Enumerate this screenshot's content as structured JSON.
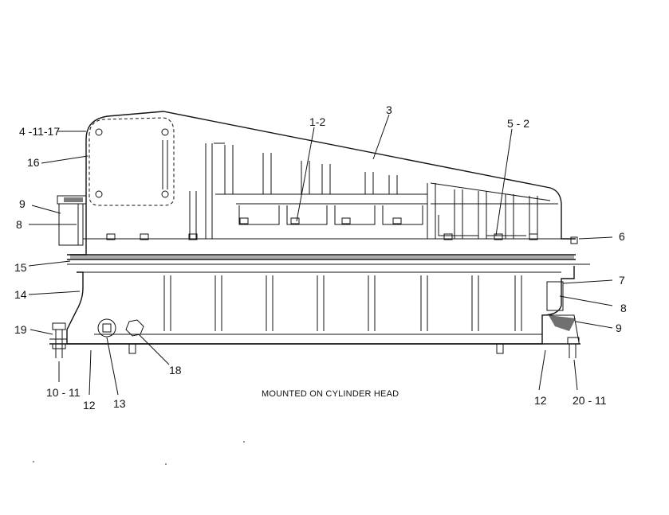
{
  "caption": "MOUNTED ON CYLINDER HEAD",
  "callouts": {
    "c_4_11_17": "4 -11-17",
    "c_16": "16",
    "c_9_left": "9",
    "c_8_left": "8",
    "c_15": "15",
    "c_14": "14",
    "c_19": "19",
    "c_10_11": "10 - 11",
    "c_12_left": "12",
    "c_13": "13",
    "c_18": "18",
    "c_1_2": "1-2",
    "c_3": "3",
    "c_5_2": "5 - 2",
    "c_6": "6",
    "c_7": "7",
    "c_8_right": "8",
    "c_9_right": "9",
    "c_12_right": "12",
    "c_20_11": "20  - 11"
  }
}
